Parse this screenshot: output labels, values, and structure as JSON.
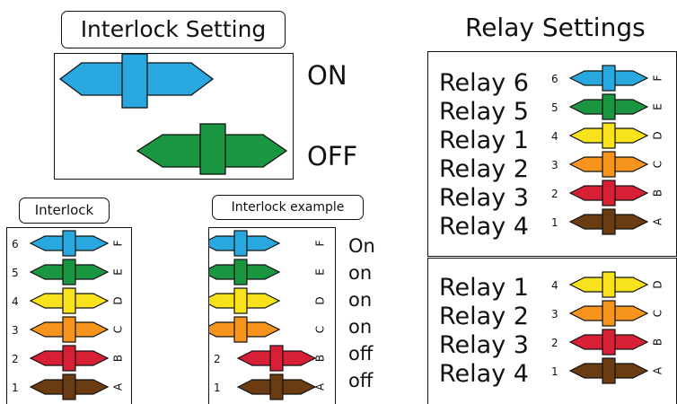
{
  "interlock_setting": {
    "title": "Interlock Setting",
    "on_label": "ON",
    "off_label": "OFF",
    "on_color": "#29a8e0",
    "off_color": "#1a9640"
  },
  "relay_settings": {
    "title": "Relay Settings",
    "upper_relays": [
      "Relay 6",
      "Relay 5",
      "Relay 1",
      "Relay 2",
      "Relay 3",
      "Relay 4"
    ],
    "lower_relays": [
      "Relay 1",
      "Relay 2",
      "Relay 3",
      "Relay 4"
    ]
  },
  "interlock_panel": {
    "title": "Interlock"
  },
  "interlock_example": {
    "title": "Interlock example",
    "states": [
      "On",
      "on",
      "on",
      "on",
      "off",
      "off"
    ]
  },
  "switch_numbers": [
    "6",
    "5",
    "4",
    "3",
    "2",
    "1"
  ],
  "switch_letters": [
    "F",
    "E",
    "D",
    "C",
    "B",
    "A"
  ],
  "switch_colors": [
    "#29a8e0",
    "#1a9640",
    "#f7e21b",
    "#f7941d",
    "#d71f36",
    "#6b3c11"
  ],
  "lower_switch_numbers": [
    "4",
    "3",
    "2",
    "1"
  ],
  "lower_switch_letters": [
    "D",
    "C",
    "B",
    "A"
  ],
  "lower_switch_colors": [
    "#f7e21b",
    "#f7941d",
    "#d71f36",
    "#6b3c11"
  ]
}
